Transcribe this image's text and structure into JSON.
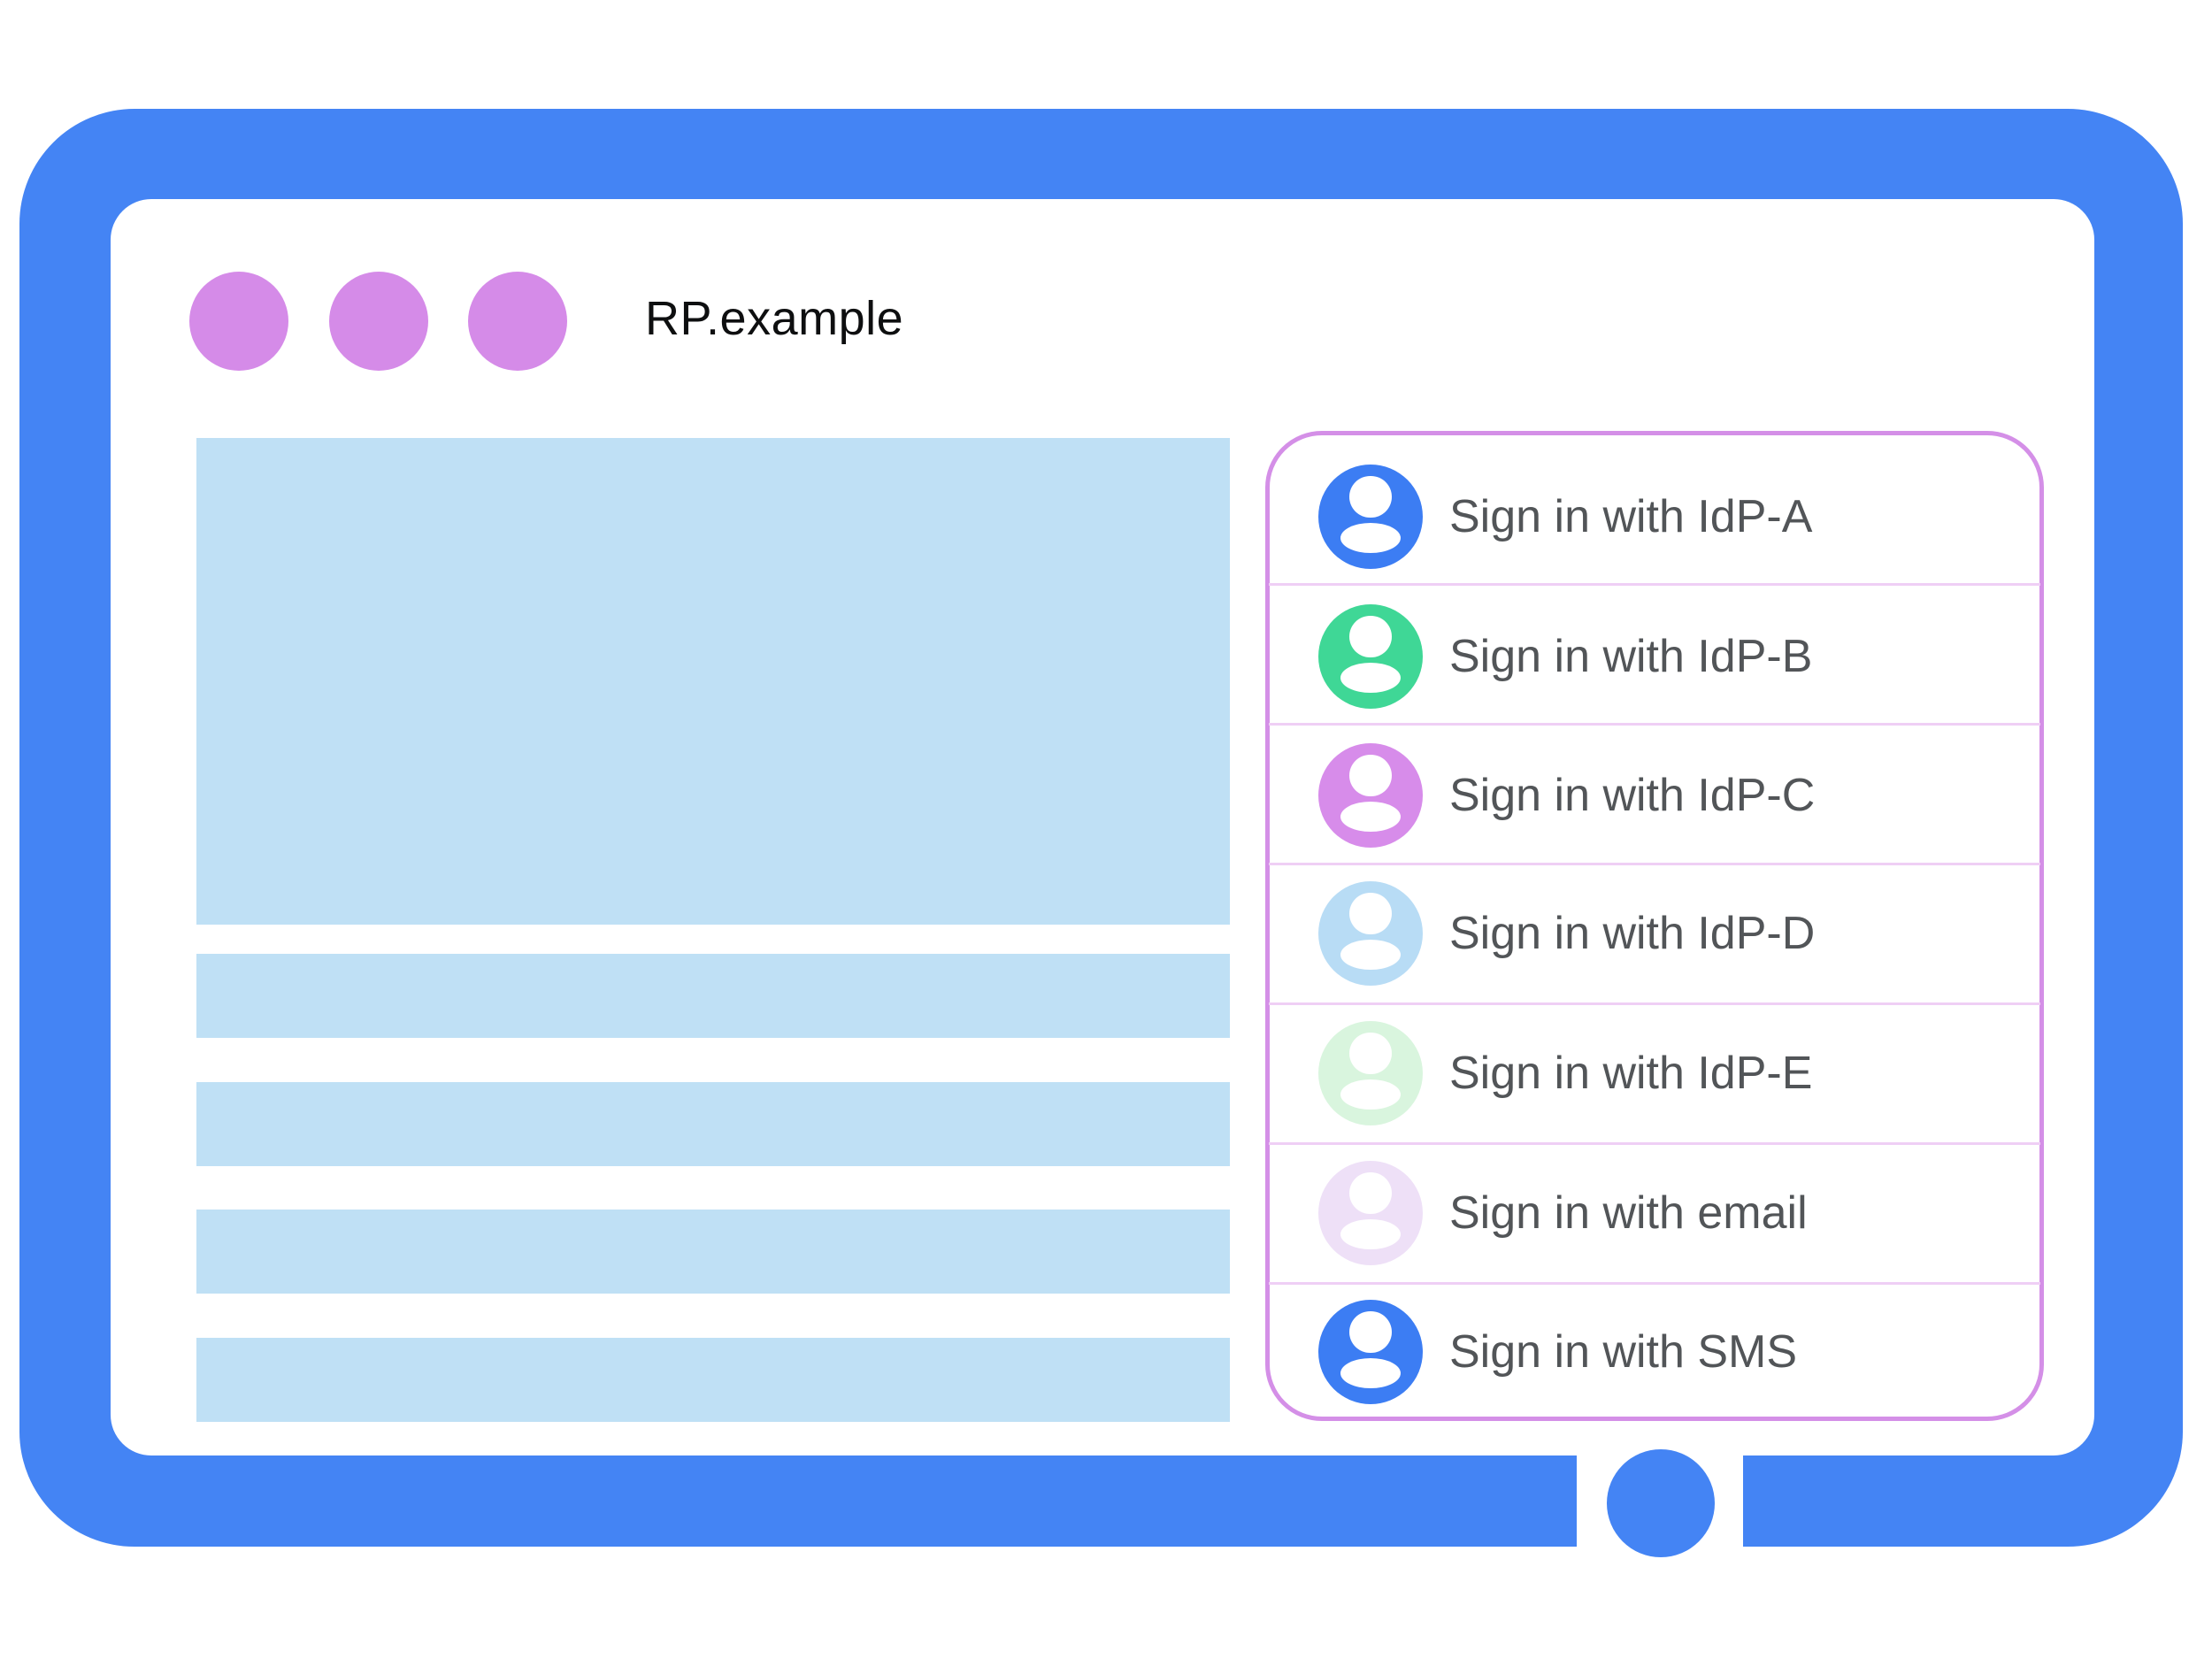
{
  "window": {
    "title": "RP.example",
    "dots": {
      "count": 3,
      "color": "#D58BE8"
    }
  },
  "colors": {
    "frame_blue": "#4484F4",
    "content_placeholder_blue": "#BFE0F5",
    "dialog_border": "#D48FE7",
    "dialog_separator": "#EFCFF5",
    "label_gray": "#525558",
    "title_black": "#0E0F10",
    "background": "#FFFFFF"
  },
  "dialog": {
    "rows": [
      {
        "label": "Sign in with IdP-A",
        "avatar_color": "#3C7DF3",
        "icon": "person-icon"
      },
      {
        "label": "Sign in with IdP-B",
        "avatar_color": "#3FD796",
        "icon": "person-icon"
      },
      {
        "label": "Sign in with IdP-C",
        "avatar_color": "#D78CEA",
        "icon": "person-icon"
      },
      {
        "label": "Sign in with IdP-D",
        "avatar_color": "#B8DCF5",
        "icon": "person-icon"
      },
      {
        "label": "Sign in with IdP-E",
        "avatar_color": "#D9F5DE",
        "icon": "person-icon"
      },
      {
        "label": "Sign in with email",
        "avatar_color": "#EEE0F7",
        "icon": "person-icon"
      },
      {
        "label": "Sign in with SMS",
        "avatar_color": "#3C7DF3",
        "icon": "person-icon"
      }
    ]
  }
}
